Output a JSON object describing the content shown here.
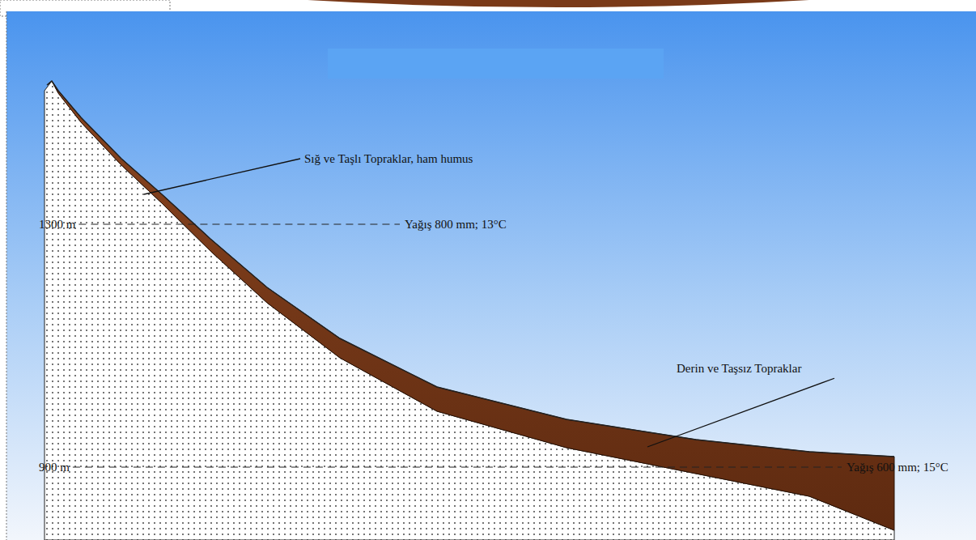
{
  "diagram": {
    "labels": [
      "Sığ ve Taşlı Topraklar, ham humus",
      "1300 m",
      "Yağış 800 mm; 13°C",
      "Derin ve Taşsız Topraklar",
      "900 m",
      "Yağış 600 mm; 15°C"
    ]
  }
}
